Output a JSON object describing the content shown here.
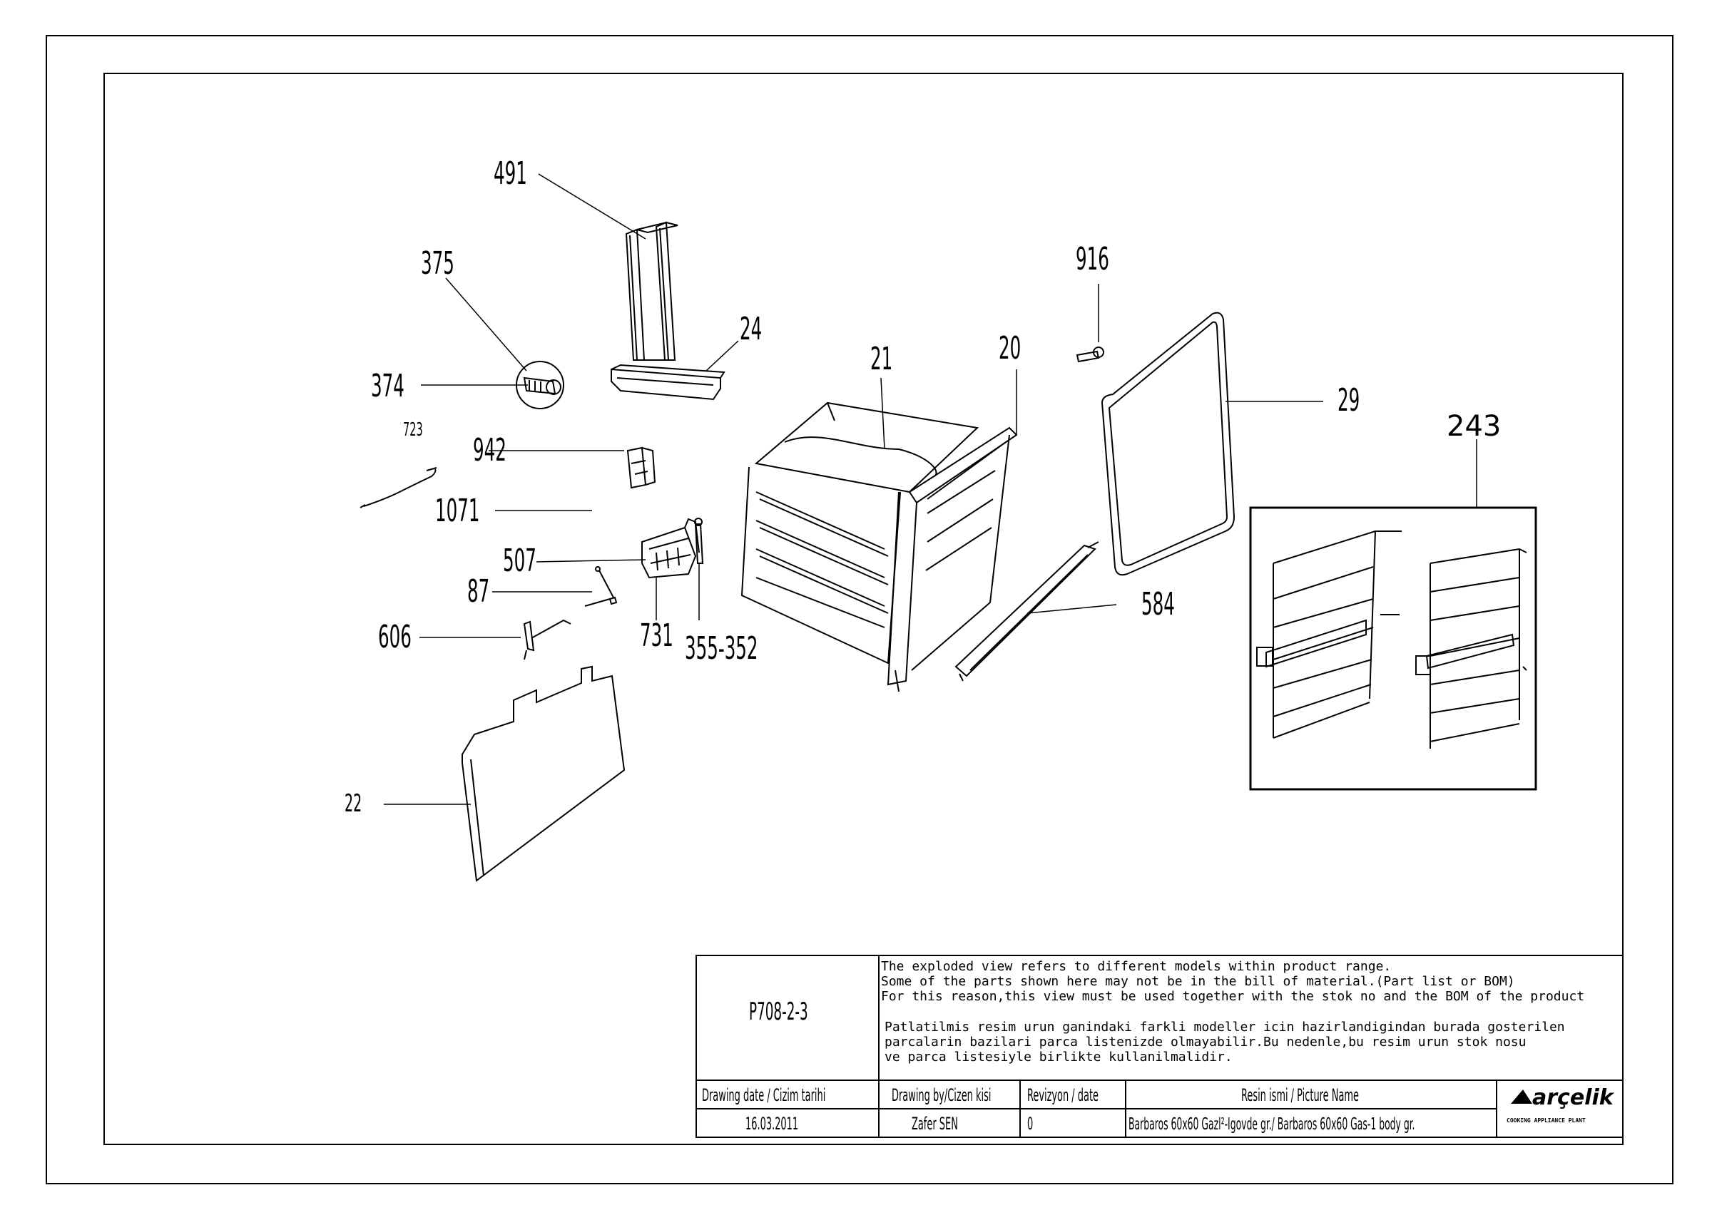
{
  "part_labels": {
    "p491": "491",
    "p375": "375",
    "p374": "374",
    "p24": "24",
    "p916": "916",
    "p21": "21",
    "p20": "20",
    "p29": "29",
    "p723": "723",
    "p942": "942",
    "p1071": "1071",
    "p507": "507",
    "p87": "87",
    "p606": "606",
    "p731": "731",
    "p355": "355-352",
    "p584": "584",
    "p22": "22",
    "p243": "243"
  },
  "title_block": {
    "drawing_no": "P708-2-3",
    "note_en_1": "The exploded view refers to different models within product range.",
    "note_en_2": "Some of the parts shown here may not be in the bill of material.(Part list or BOM)",
    "note_en_3": "For this reason,this view must be used together with the stok no and the BOM of the product",
    "note_tr_1": "Patlatilmis resim urun ganindaki farkli modeller icin hazirlandigindan burada gosterilen",
    "note_tr_2": "parcalarin bazilari parca listenizde olmayabilir.Bu nedenle,bu resim urun stok nosu",
    "note_tr_3": "ve parca listesiyle birlikte kullanilmalidir.",
    "h_date": "Drawing date / Cizim tarihi",
    "h_by": "Drawing by/Cizen kisi",
    "h_rev": "Revizyon / date",
    "h_name": "Resin ismi / Picture Name",
    "v_date": "16.03.2011",
    "v_by": "Zafer SEN",
    "v_rev": "0",
    "v_name": "Barbaros 60x60 Gazl²-Igovde gr./ Barbaros 60x60 Gas-1 body gr.",
    "logo": "arçelik",
    "logo_sub": "COOKING APPLIANCE PLANT"
  }
}
